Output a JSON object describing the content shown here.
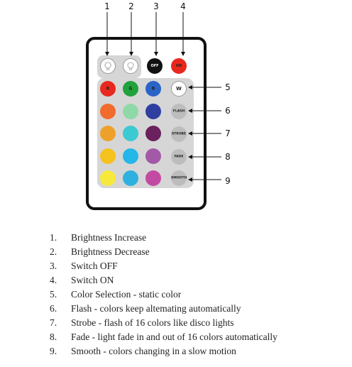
{
  "callouts_top": [
    "1",
    "2",
    "3",
    "4"
  ],
  "callouts_side": [
    "5",
    "6",
    "7",
    "8",
    "9"
  ],
  "remote": {
    "off_label": "OFF",
    "on_label": "ON",
    "w_label": "W",
    "row1_labels": [
      "R",
      "G",
      "B"
    ],
    "side_buttons": [
      "FLASH",
      "STROBE",
      "FADE",
      "SMOOTH"
    ],
    "colors": {
      "frame": "#111111",
      "panel": "#d6d6d6",
      "off_button": "#111111",
      "on_button": "#e8281e",
      "side_button": "#bdbdbd"
    },
    "color_grid": [
      [
        "#e8281e",
        "#21a23c",
        "#2a64c8"
      ],
      [
        "#f06b2c",
        "#8fd9a8",
        "#2f3f9f"
      ],
      [
        "#eea12a",
        "#3cc9d2",
        "#6a215e"
      ],
      [
        "#f5c21e",
        "#24b7e8",
        "#a25aa8"
      ],
      [
        "#f7e93b",
        "#2fb1e0",
        "#c34aa2"
      ]
    ]
  },
  "legend": [
    {
      "num": "1.",
      "text": "Brightness Increase"
    },
    {
      "num": "2.",
      "text": "Brightness Decrease"
    },
    {
      "num": "3.",
      "text": "Switch OFF"
    },
    {
      "num": "4.",
      "text": "Switch ON"
    },
    {
      "num": "5.",
      "text": "Color Selection - static color"
    },
    {
      "num": "6.",
      "text": "Flash - colors keep altemating automatically"
    },
    {
      "num": "7.",
      "text": "Strobe - flash of 16 colors like disco lights"
    },
    {
      "num": "8.",
      "text": "Fade - light fade in and out of 16  colors automatically"
    },
    {
      "num": "9.",
      "text": "Smooth - colors changing in a slow motion"
    }
  ]
}
